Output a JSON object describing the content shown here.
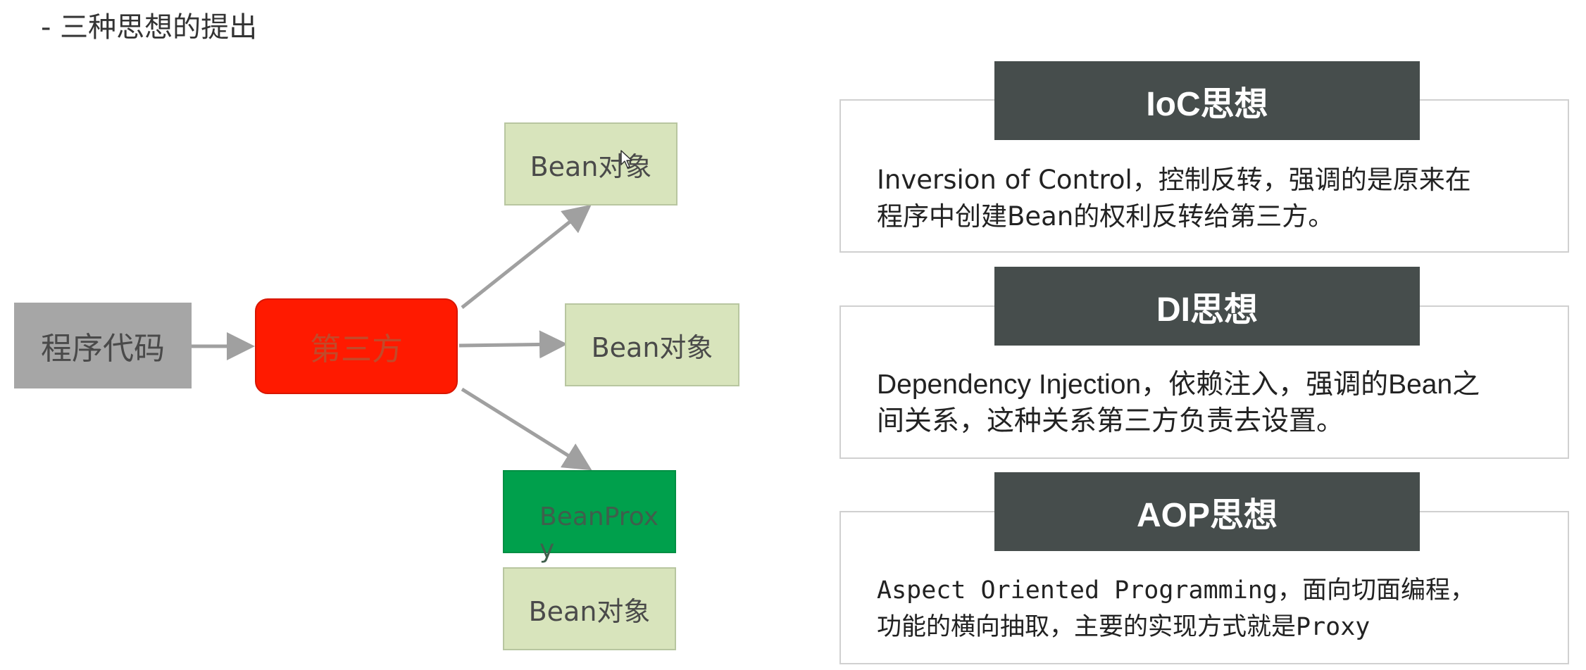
{
  "slide": {
    "title": "- 三种思想的提出"
  },
  "diagram": {
    "source_label": "程序代码",
    "center_label": "第三方",
    "bean_labels": [
      "Bean对象",
      "Bean对象",
      "Bean对象"
    ],
    "proxy_label": "BeanProxy"
  },
  "concepts": [
    {
      "title": "IoC思想",
      "lines": [
        "Inversion of Control，控制反转，强调的是原来在",
        "程序中创建Bean的权利反转给第三方。"
      ]
    },
    {
      "title": "DI思想",
      "lines": [
        "Dependency Injection，依赖注入，强调的Bean之",
        "间关系，这种关系第三方负责去设置。"
      ]
    },
    {
      "title": "AOP思想",
      "lines": [
        "Aspect Oriented Programming，面向切面编程，",
        "功能的横向抽取，主要的实现方式就是Proxy"
      ]
    }
  ],
  "colors": {
    "source_box": "#a6a6a6",
    "center_box": "#ff1a00",
    "bean_box": "#d8e4bc",
    "proxy_box": "#00a04c",
    "header_bar": "#464d4c",
    "arrow": "#a0a0a0"
  }
}
